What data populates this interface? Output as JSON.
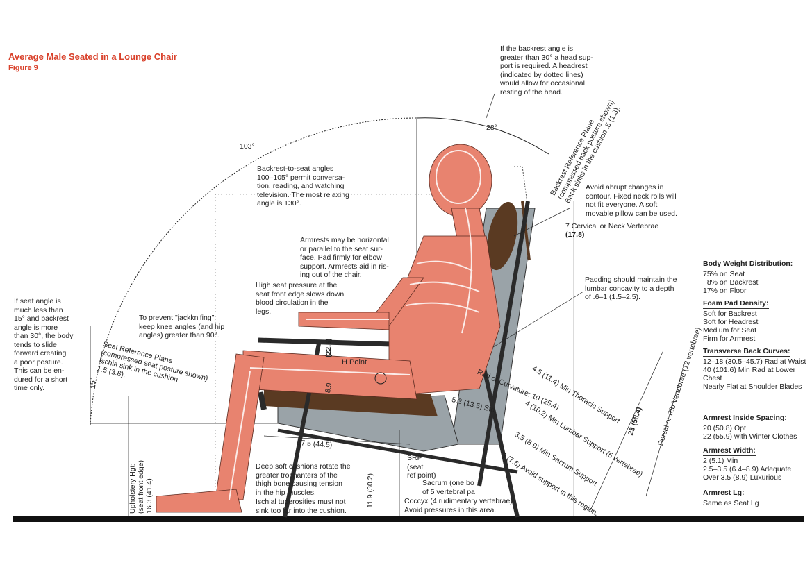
{
  "title": "Average Male Seated in a Lounge Chair",
  "figure": "Figure 9",
  "notes": {
    "backrest_angle": "If the backrest angle is\ngreater than 30° a head sup-\nport is required. A headrest\n(indicated by dotted lines)\nwould allow for occasional\nresting of the head.",
    "backrest_to_seat": "Backrest-to-seat angles\n100–105° permit conversa-\ntion, reading, and watching\ntelevision. The most relaxing\nangle is 130°.",
    "avoid_abrupt": "Avoid abrupt changes in\ncontour. Fixed neck rolls will\nnot fit everyone. A soft\nmovable pillow can be used.",
    "armrests": "Armrests may be horizontal\nor parallel to the seat sur-\nface. Pad firmly for elbow\nsupport. Armrests aid in ris-\ning out of the chair.",
    "high_seat_pressure": "High seat pressure at the\nseat front edge slows down\nblood circulation in the\nlegs.",
    "padding": "Padding should maintain the\nlumbar concavity to a depth\nof .6–1 (1.5–2.5).",
    "seat_angle": "If seat angle is\nmuch less than\n15° and backrest\nangle is more\nthan 30°, the body\ntends to slide\nforward creating\na poor posture.\nThis can be en-\ndured for a short\ntime only.",
    "jackknifing": "To prevent \"jackknifing\"\nkeep knee angles (and hip\nangles) greater than 90°.",
    "deep_soft": "Deep soft cushions rotate the\ngreater trochanters of the\nthigh bone causing tension\nin the hip muscles.",
    "ischial": "Ischial tuberosities must not\nsink too far into the cushion.",
    "sacrum": "Sacrum (one bo\nof 5 vertebral pa",
    "coccyx": "Coccyx (4 rudimentary vertebrae)\nAvoid pressures in this area.",
    "srp": "SRP\n(seat\nref point)",
    "cervical": "7 Cervical or Neck Vertebrae",
    "cervical_val": "(17.8)",
    "h_point": "H Point"
  },
  "dimensions": {
    "angle_103": "103°",
    "angle_28": "28°",
    "angle_15": "15°",
    "seat_plane": "Seat Reference Plane",
    "seat_plane_2": "(compressed seat posture shown)",
    "seat_plane_3": "Ischia sink in the cushion",
    "seat_plane_4": "1.5 (3.8).",
    "backrest_plane": "Backrest Reference Plane",
    "backrest_plane_2": "(compressed back posture shown)",
    "backrest_plane_3": "Back sinks in the cushion .5 (1.3).",
    "upholstery_hgt": "Upholstery Hgt:",
    "upholstery_hgt_2": "(seat front edge)",
    "upholstery_hgt_3": "16.3 (41.4)",
    "seat_depth": "17.5 (44.5)",
    "srp_height": "11.9 (30.2)",
    "thoracic": "4.5 (11.4)  Min Thoracic Support",
    "lumbar": "4 (10.2) Min Lumbar Support (5 vertebrae)",
    "sacrum_support": "3.5 (8.9)  Min Sacrum Support",
    "avoid_support": "3 (7.6)  Avoid support in this region.",
    "curvature": "Rad of Curvature: 10 (25.4)",
    "dorsal": "Dorsal or Rib Vertebrae (12 vertebrae)",
    "back_total": "23 (58.4)",
    "std": "5.3 (13.5) Std",
    "v226": "(22.6)",
    "v89": "8.9"
  },
  "sidebar": [
    {
      "heading": "Body Weight Distribution:",
      "items": [
        "75% on Seat",
        "  8% on Backrest",
        "17% on Floor"
      ]
    },
    {
      "heading": "Foam Pad Density:",
      "items": [
        "Soft for Backrest",
        "Soft for Headrest",
        "Medium for Seat",
        "Firm for Armrest"
      ]
    },
    {
      "heading": "Transverse Back Curves:",
      "items": [
        "12–18 (30.5–45.7) Rad at Waist",
        "40 (101.6) Min Rad at Lower Chest",
        "Nearly Flat at Shoulder Blades"
      ]
    },
    {
      "heading": "Armrest Inside Spacing:",
      "items": [
        "20 (50.8) Opt",
        "22 (55.9) with Winter Clothes"
      ]
    },
    {
      "heading": "Armrest Width:",
      "items": [
        "2 (5.1) Min",
        "2.5–3.5 (6.4–8.9) Adequate",
        "Over 3.5 (8.9) Luxurious"
      ]
    },
    {
      "heading": "Armrest Lg:",
      "items": [
        "Same as Seat Lg"
      ]
    }
  ],
  "colors": {
    "accent": "#d9412b",
    "body": "#e8836f",
    "frame": "#2a2a2a",
    "cushion": "#5a3a22",
    "chair_fill": "#9aa3a8"
  }
}
